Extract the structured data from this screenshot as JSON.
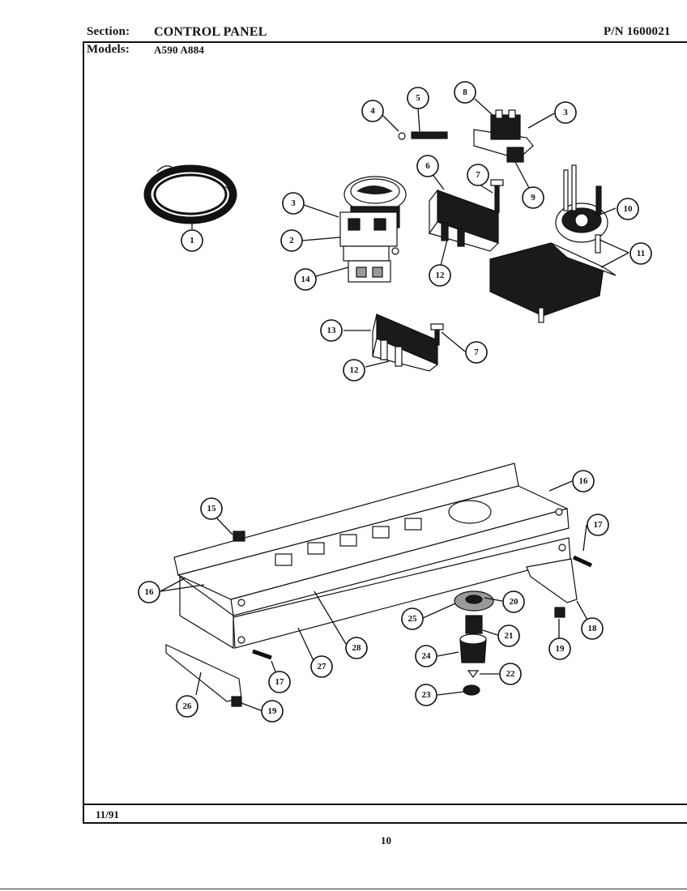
{
  "header": {
    "section_label": "Section:",
    "section_value": "CONTROL PANEL",
    "pn": "P/N 1600021",
    "models_label": "Models:",
    "models_value": "A590  A884"
  },
  "footer": {
    "date": "11/91",
    "page_number": "10"
  },
  "callouts": [
    "1",
    "2",
    "3",
    "3",
    "4",
    "5",
    "6",
    "7",
    "7",
    "8",
    "9",
    "10",
    "11",
    "12",
    "12",
    "13",
    "14",
    "15",
    "16",
    "16",
    "17",
    "17",
    "18",
    "19",
    "19",
    "20",
    "21",
    "22",
    "23",
    "24",
    "25",
    "26",
    "27",
    "28"
  ]
}
